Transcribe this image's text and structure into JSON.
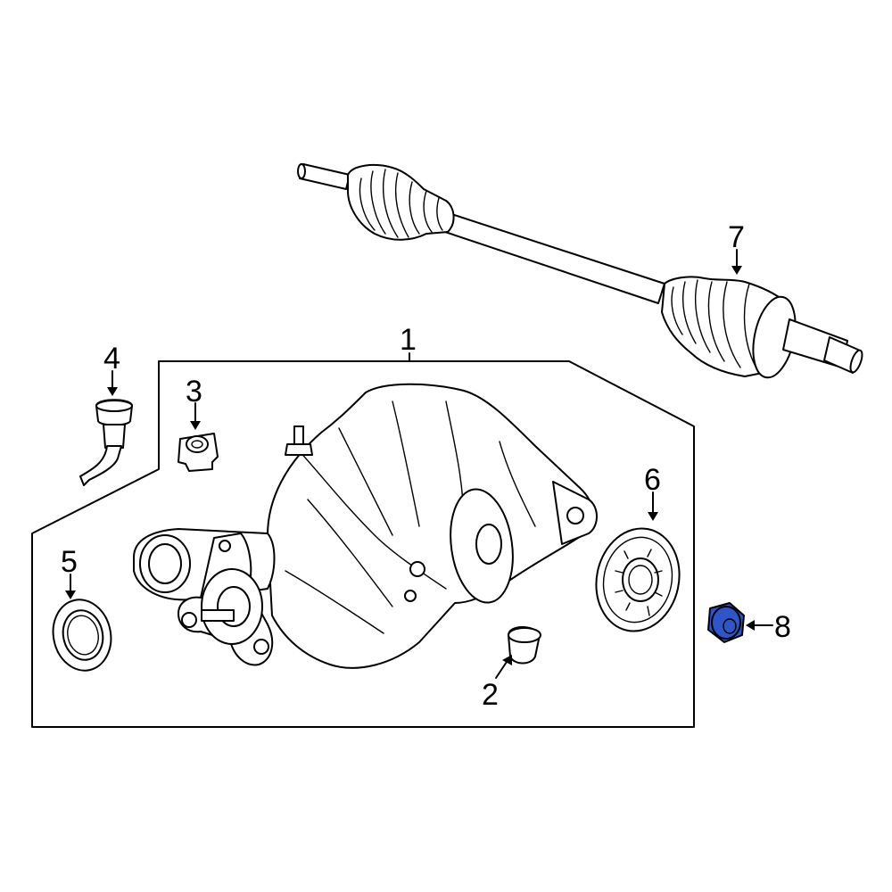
{
  "callouts": [
    {
      "id": "1",
      "text": "1"
    },
    {
      "id": "2",
      "text": "2"
    },
    {
      "id": "3",
      "text": "3"
    },
    {
      "id": "4",
      "text": "4"
    },
    {
      "id": "5",
      "text": "5"
    },
    {
      "id": "6",
      "text": "6"
    },
    {
      "id": "7",
      "text": "7"
    },
    {
      "id": "8",
      "text": "8"
    }
  ],
  "highlight_color": "#2f55c8",
  "line_color": "#000000",
  "background_color": "#ffffff"
}
